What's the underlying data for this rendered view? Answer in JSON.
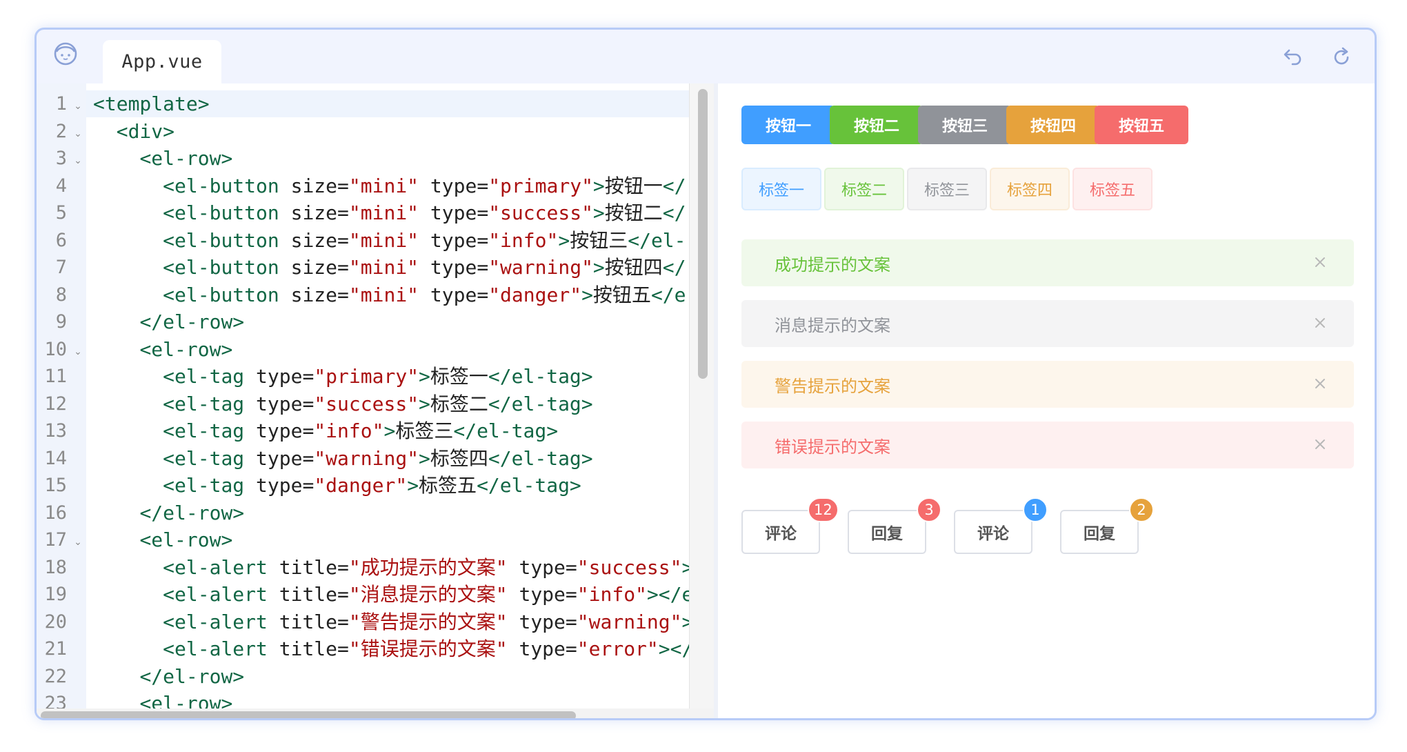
{
  "editor": {
    "file_tab": "App.vue",
    "lines": [
      {
        "n": "1",
        "fold": true,
        "tokens": [
          [
            "t",
            "<template>"
          ]
        ]
      },
      {
        "n": "2",
        "fold": true,
        "tokens": [
          [
            "p",
            "  "
          ],
          [
            "t",
            "<div>"
          ]
        ]
      },
      {
        "n": "3",
        "fold": true,
        "tokens": [
          [
            "p",
            "    "
          ],
          [
            "t",
            "<el-row>"
          ]
        ]
      },
      {
        "n": "4",
        "fold": false,
        "tokens": [
          [
            "p",
            "      "
          ],
          [
            "t",
            "<el-button"
          ],
          [
            "a",
            " size="
          ],
          [
            "s",
            "\"mini\""
          ],
          [
            "a",
            " type="
          ],
          [
            "s",
            "\"primary\""
          ],
          [
            "t",
            ">"
          ],
          [
            "p",
            "按钮一"
          ],
          [
            "t",
            "</"
          ]
        ]
      },
      {
        "n": "5",
        "fold": false,
        "tokens": [
          [
            "p",
            "      "
          ],
          [
            "t",
            "<el-button"
          ],
          [
            "a",
            " size="
          ],
          [
            "s",
            "\"mini\""
          ],
          [
            "a",
            " type="
          ],
          [
            "s",
            "\"success\""
          ],
          [
            "t",
            ">"
          ],
          [
            "p",
            "按钮二"
          ],
          [
            "t",
            "</"
          ]
        ]
      },
      {
        "n": "6",
        "fold": false,
        "tokens": [
          [
            "p",
            "      "
          ],
          [
            "t",
            "<el-button"
          ],
          [
            "a",
            " size="
          ],
          [
            "s",
            "\"mini\""
          ],
          [
            "a",
            " type="
          ],
          [
            "s",
            "\"info\""
          ],
          [
            "t",
            ">"
          ],
          [
            "p",
            "按钮三"
          ],
          [
            "t",
            "</el-"
          ]
        ]
      },
      {
        "n": "7",
        "fold": false,
        "tokens": [
          [
            "p",
            "      "
          ],
          [
            "t",
            "<el-button"
          ],
          [
            "a",
            " size="
          ],
          [
            "s",
            "\"mini\""
          ],
          [
            "a",
            " type="
          ],
          [
            "s",
            "\"warning\""
          ],
          [
            "t",
            ">"
          ],
          [
            "p",
            "按钮四"
          ],
          [
            "t",
            "</"
          ]
        ]
      },
      {
        "n": "8",
        "fold": false,
        "tokens": [
          [
            "p",
            "      "
          ],
          [
            "t",
            "<el-button"
          ],
          [
            "a",
            " size="
          ],
          [
            "s",
            "\"mini\""
          ],
          [
            "a",
            " type="
          ],
          [
            "s",
            "\"danger\""
          ],
          [
            "t",
            ">"
          ],
          [
            "p",
            "按钮五"
          ],
          [
            "t",
            "</e"
          ]
        ]
      },
      {
        "n": "9",
        "fold": false,
        "tokens": [
          [
            "p",
            "    "
          ],
          [
            "t",
            "</el-row>"
          ]
        ]
      },
      {
        "n": "10",
        "fold": true,
        "tokens": [
          [
            "p",
            "    "
          ],
          [
            "t",
            "<el-row>"
          ]
        ]
      },
      {
        "n": "11",
        "fold": false,
        "tokens": [
          [
            "p",
            "      "
          ],
          [
            "t",
            "<el-tag"
          ],
          [
            "a",
            " type="
          ],
          [
            "s",
            "\"primary\""
          ],
          [
            "t",
            ">"
          ],
          [
            "p",
            "标签一"
          ],
          [
            "t",
            "</el-tag>"
          ]
        ]
      },
      {
        "n": "12",
        "fold": false,
        "tokens": [
          [
            "p",
            "      "
          ],
          [
            "t",
            "<el-tag"
          ],
          [
            "a",
            " type="
          ],
          [
            "s",
            "\"success\""
          ],
          [
            "t",
            ">"
          ],
          [
            "p",
            "标签二"
          ],
          [
            "t",
            "</el-tag>"
          ]
        ]
      },
      {
        "n": "13",
        "fold": false,
        "tokens": [
          [
            "p",
            "      "
          ],
          [
            "t",
            "<el-tag"
          ],
          [
            "a",
            " type="
          ],
          [
            "s",
            "\"info\""
          ],
          [
            "t",
            ">"
          ],
          [
            "p",
            "标签三"
          ],
          [
            "t",
            "</el-tag>"
          ]
        ]
      },
      {
        "n": "14",
        "fold": false,
        "tokens": [
          [
            "p",
            "      "
          ],
          [
            "t",
            "<el-tag"
          ],
          [
            "a",
            " type="
          ],
          [
            "s",
            "\"warning\""
          ],
          [
            "t",
            ">"
          ],
          [
            "p",
            "标签四"
          ],
          [
            "t",
            "</el-tag>"
          ]
        ]
      },
      {
        "n": "15",
        "fold": false,
        "tokens": [
          [
            "p",
            "      "
          ],
          [
            "t",
            "<el-tag"
          ],
          [
            "a",
            " type="
          ],
          [
            "s",
            "\"danger\""
          ],
          [
            "t",
            ">"
          ],
          [
            "p",
            "标签五"
          ],
          [
            "t",
            "</el-tag>"
          ]
        ]
      },
      {
        "n": "16",
        "fold": false,
        "tokens": [
          [
            "p",
            "    "
          ],
          [
            "t",
            "</el-row>"
          ]
        ]
      },
      {
        "n": "17",
        "fold": true,
        "tokens": [
          [
            "p",
            "    "
          ],
          [
            "t",
            "<el-row>"
          ]
        ]
      },
      {
        "n": "18",
        "fold": false,
        "tokens": [
          [
            "p",
            "      "
          ],
          [
            "t",
            "<el-alert"
          ],
          [
            "a",
            " title="
          ],
          [
            "s",
            "\"成功提示的文案\""
          ],
          [
            "a",
            " type="
          ],
          [
            "s",
            "\"success\""
          ],
          [
            "t",
            ">"
          ]
        ]
      },
      {
        "n": "19",
        "fold": false,
        "tokens": [
          [
            "p",
            "      "
          ],
          [
            "t",
            "<el-alert"
          ],
          [
            "a",
            " title="
          ],
          [
            "s",
            "\"消息提示的文案\""
          ],
          [
            "a",
            " type="
          ],
          [
            "s",
            "\"info\""
          ],
          [
            "t",
            "></e"
          ]
        ]
      },
      {
        "n": "20",
        "fold": false,
        "tokens": [
          [
            "p",
            "      "
          ],
          [
            "t",
            "<el-alert"
          ],
          [
            "a",
            " title="
          ],
          [
            "s",
            "\"警告提示的文案\""
          ],
          [
            "a",
            " type="
          ],
          [
            "s",
            "\"warning\""
          ],
          [
            "t",
            ">"
          ]
        ]
      },
      {
        "n": "21",
        "fold": false,
        "tokens": [
          [
            "p",
            "      "
          ],
          [
            "t",
            "<el-alert"
          ],
          [
            "a",
            " title="
          ],
          [
            "s",
            "\"错误提示的文案\""
          ],
          [
            "a",
            " type="
          ],
          [
            "s",
            "\"error\""
          ],
          [
            "t",
            "></"
          ]
        ]
      },
      {
        "n": "22",
        "fold": false,
        "tokens": [
          [
            "p",
            "    "
          ],
          [
            "t",
            "</el-row>"
          ]
        ]
      },
      {
        "n": "23",
        "fold": false,
        "tokens": [
          [
            "p",
            "    "
          ],
          [
            "t",
            "<el-row>"
          ]
        ]
      }
    ]
  },
  "preview": {
    "buttons": [
      {
        "label": "按钮一",
        "color": "#409eff"
      },
      {
        "label": "按钮二",
        "color": "#67c23a"
      },
      {
        "label": "按钮三",
        "color": "#909399"
      },
      {
        "label": "按钮四",
        "color": "#e6a23c"
      },
      {
        "label": "按钮五",
        "color": "#f56c6c"
      }
    ],
    "tags": [
      {
        "label": "标签一",
        "color": "#409eff",
        "bg": "#ecf5ff",
        "border": "#d9ecff"
      },
      {
        "label": "标签二",
        "color": "#67c23a",
        "bg": "#f0f9eb",
        "border": "#e1f3d8"
      },
      {
        "label": "标签三",
        "color": "#909399",
        "bg": "#f4f4f5",
        "border": "#e9e9eb"
      },
      {
        "label": "标签四",
        "color": "#e6a23c",
        "bg": "#fdf6ec",
        "border": "#faecd8"
      },
      {
        "label": "标签五",
        "color": "#f56c6c",
        "bg": "#fef0f0",
        "border": "#fde2e2"
      }
    ],
    "alerts": [
      {
        "title": "成功提示的文案",
        "color": "#67c23a",
        "bg": "#f0f9eb"
      },
      {
        "title": "消息提示的文案",
        "color": "#909399",
        "bg": "#f4f4f5"
      },
      {
        "title": "警告提示的文案",
        "color": "#e6a23c",
        "bg": "#fdf6ec"
      },
      {
        "title": "错误提示的文案",
        "color": "#f56c6c",
        "bg": "#fef0f0"
      }
    ],
    "badge_buttons": [
      {
        "label": "评论",
        "badge": "12",
        "badge_color": "#f56c6c"
      },
      {
        "label": "回复",
        "badge": "3",
        "badge_color": "#f56c6c"
      },
      {
        "label": "评论",
        "badge": "1",
        "badge_color": "#409eff"
      },
      {
        "label": "回复",
        "badge": "2",
        "badge_color": "#e6a23c"
      }
    ]
  }
}
